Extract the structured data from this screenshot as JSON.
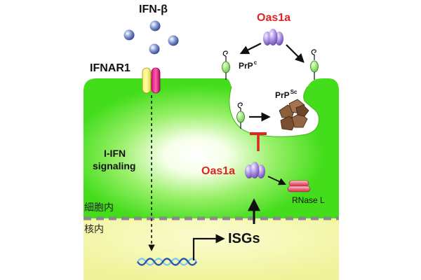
{
  "labels": {
    "ifn_beta": "IFN-β",
    "ifnar1": "IFNAR1",
    "oas1a_top": "Oas1a",
    "prpc_base": "PrP",
    "prpc_sup": "c",
    "prpsc_base": "PrP",
    "prpsc_sup": "Sc",
    "i_ifn_line1": "I-IFN",
    "i_ifn_line2": "signaling",
    "oas1a_mid": "Oas1a",
    "rnase_l": "RNase L",
    "cytoplasm": "細胞内",
    "nucleus": "核内",
    "isgs": "ISGs"
  },
  "colors": {
    "cell_green": "#44dd1c",
    "nucleus_yellow": "#f3f6a0",
    "oas1a_red": "#e02424",
    "prpsc_brown": "#8b5e3c",
    "oas1a_purple": "#9b7fd8",
    "ifn_beta_blue": "#5a6fb0",
    "rnase_pink": "#ef6a7e",
    "inhibit_red": "#e02424"
  },
  "icons": [
    "ifn-beta-molecule-icon",
    "ifnar1-receptor-icon",
    "oas1a-protein-icon",
    "prpc-protein-icon",
    "prpsc-aggregate-icon",
    "rnase-l-icon",
    "dna-helix-icon"
  ]
}
